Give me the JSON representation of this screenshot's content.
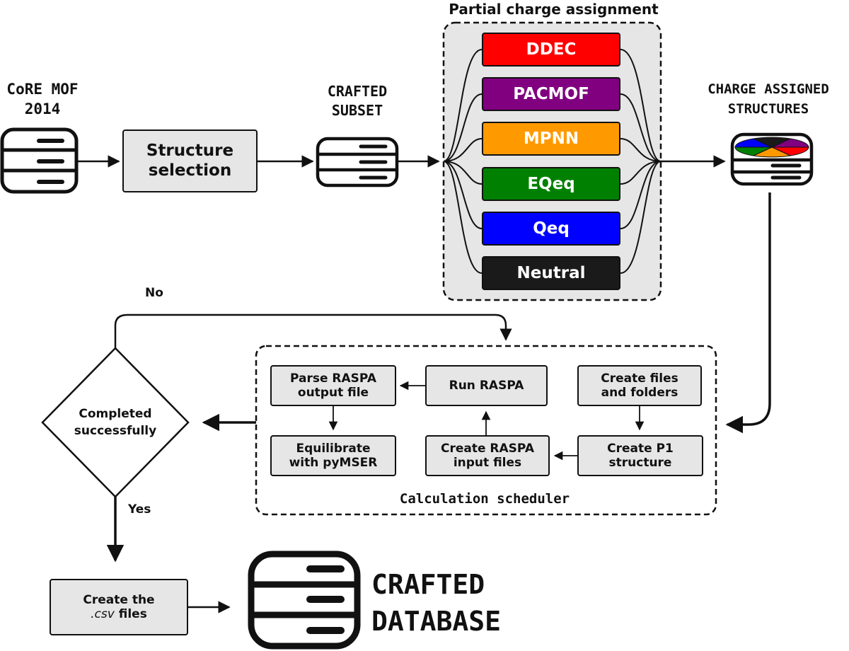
{
  "core_mof": {
    "line1": "CoRE MOF",
    "line2": "2014"
  },
  "structure_selection": {
    "line1": "Structure",
    "line2": "selection"
  },
  "crafted_subset": {
    "line1": "CRAFTED",
    "line2": "SUBSET"
  },
  "partial_charge": {
    "title": "Partial charge assignment",
    "methods": [
      {
        "label": "DDEC",
        "color": "#ff0000"
      },
      {
        "label": "PACMOF",
        "color": "#800080"
      },
      {
        "label": "MPNN",
        "color": "#ff9900"
      },
      {
        "label": "EQeq",
        "color": "#008000"
      },
      {
        "label": "Qeq",
        "color": "#0000ff"
      },
      {
        "label": "Neutral",
        "color": "#1a1a1a"
      }
    ]
  },
  "charge_assigned": {
    "line1": "CHARGE ASSIGNED",
    "line2": "STRUCTURES"
  },
  "scheduler": {
    "title": "Calculation scheduler",
    "parse_raspa": {
      "line1": "Parse RASPA",
      "line2": "output file"
    },
    "run_raspa": {
      "line1": "Run RASPA"
    },
    "create_files": {
      "line1": "Create files",
      "line2": "and folders"
    },
    "equilibrate": {
      "line1": "Equilibrate",
      "line2": "with pyMSER"
    },
    "create_raspa_input": {
      "line1": "Create RASPA",
      "line2": "input files"
    },
    "create_p1": {
      "line1": "Create P1",
      "line2": "structure"
    }
  },
  "decision": {
    "line1": "Completed",
    "line2": "successfully",
    "no_label": "No",
    "yes_label": "Yes"
  },
  "create_csv": {
    "line1": "Create the",
    "line2_file": ".csv",
    "line2_rest": " files"
  },
  "crafted_database": {
    "line1": "CRAFTED",
    "line2": "DATABASE"
  }
}
